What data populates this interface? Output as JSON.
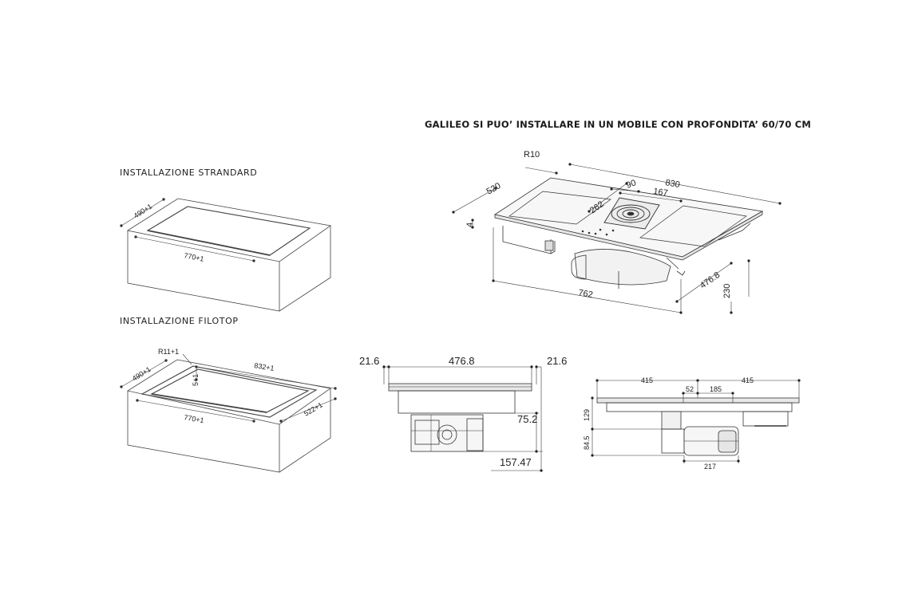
{
  "header": {
    "title": "GALILEO SI PUO’ INSTALLARE IN UN MOBILE CON PROFONDITA’ 60/70 CM"
  },
  "sections": {
    "standard_label": "INSTALLAZIONE STRANDARD",
    "filotop_label": "INSTALLAZIONE FILOTOP"
  },
  "standard": {
    "depth": "490+1",
    "width": "770+1"
  },
  "filotop": {
    "radius": "R11+1",
    "step": "5+1",
    "outer_width": "832+1",
    "outer_depth": "522+1",
    "depth": "490+1",
    "width": "770+1"
  },
  "iso": {
    "radius": "R10",
    "depth": "520",
    "width": "830",
    "thickness": "4",
    "vent_offset": "90",
    "vent_width": "167",
    "vent_depth": "262",
    "body_width": "762",
    "body_depth": "476.8",
    "body_height": "230"
  },
  "side": {
    "left_margin": "21.6",
    "center_width": "476.8",
    "right_margin": "21.6",
    "motor_height": "75.2",
    "total_height": "157.47"
  },
  "front": {
    "left_half": "415",
    "right_half": "415",
    "offset": "52",
    "duct_width": "185",
    "upper_height": "129",
    "lower_height": "84.5",
    "filter_width": "217"
  }
}
